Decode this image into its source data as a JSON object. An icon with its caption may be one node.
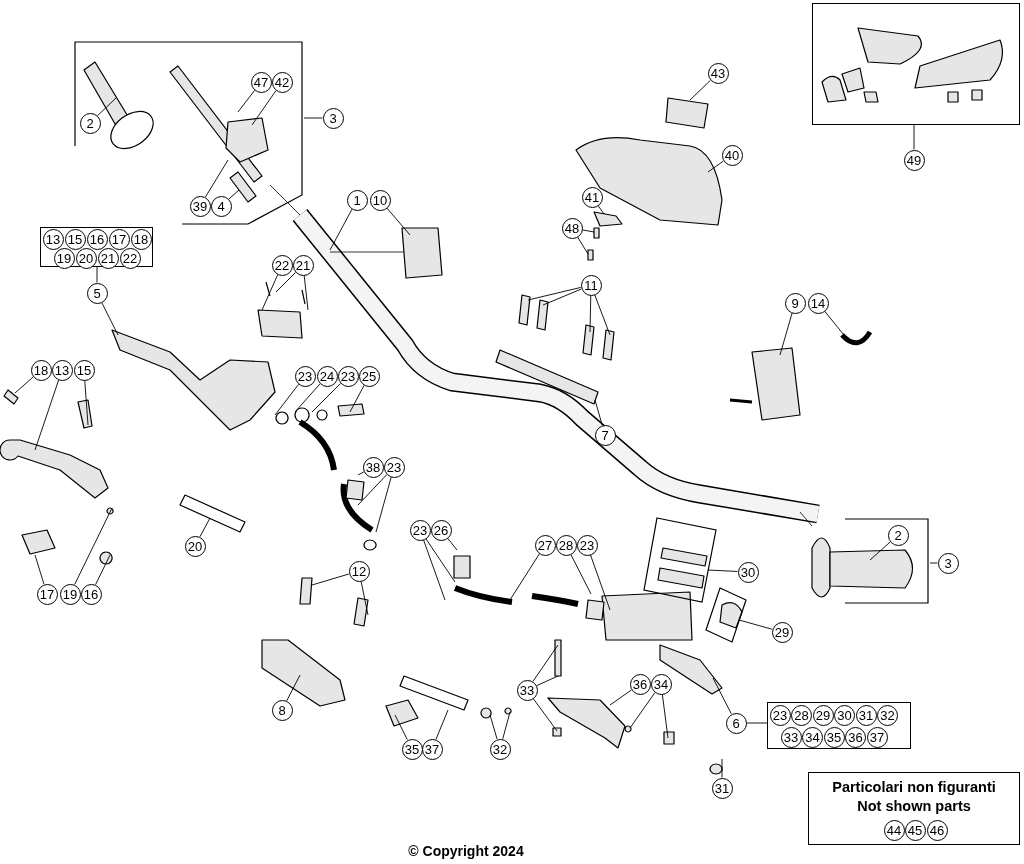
{
  "diagram": {
    "nodes": [
      {
        "text": [],
        "shape": "box"
      },
      {
        "text": [
          "2"
        ],
        "in": 0
      },
      {
        "text": [
          "47"
        ],
        "in": 0
      },
      {
        "text": [
          "42"
        ],
        "in": 0
      },
      {
        "text": [
          "39"
        ],
        "in": 0
      },
      {
        "text": [
          "4"
        ],
        "in": 0
      },
      {
        "text": [
          "3"
        ]
      },
      {
        "text": [],
        "shape": "box"
      },
      {
        "text": [
          "43"
        ]
      },
      {
        "text": [
          "40"
        ]
      },
      {
        "text": [
          "49"
        ]
      },
      {
        "text": [
          "41"
        ]
      },
      {
        "text": [
          "1"
        ]
      },
      {
        "text": [
          "10"
        ]
      },
      {
        "text": [
          "48"
        ]
      },
      {
        "text": [],
        "shape": "box"
      },
      {
        "text": [
          "13"
        ],
        "in": 15
      },
      {
        "text": [
          "15"
        ],
        "in": 15
      },
      {
        "text": [
          "16"
        ],
        "in": 15
      },
      {
        "text": [
          "17"
        ],
        "in": 15
      },
      {
        "text": [
          "18"
        ],
        "in": 15
      },
      {
        "text": [
          "19"
        ],
        "in": 15
      },
      {
        "text": [
          "20"
        ],
        "in": 15
      },
      {
        "text": [
          "21"
        ],
        "in": 15
      },
      {
        "text": [
          "22"
        ],
        "in": 15
      },
      {
        "text": [
          "22"
        ]
      },
      {
        "text": [
          "21"
        ]
      },
      {
        "text": [
          "11"
        ]
      },
      {
        "text": [
          "5"
        ]
      },
      {
        "text": [
          "9"
        ]
      },
      {
        "text": [
          "14"
        ]
      },
      {
        "text": [
          "18"
        ]
      },
      {
        "text": [
          "13"
        ]
      },
      {
        "text": [
          "15"
        ]
      },
      {
        "text": [
          "23"
        ]
      },
      {
        "text": [
          "24"
        ]
      },
      {
        "text": [
          "23"
        ]
      },
      {
        "text": [
          "25"
        ]
      },
      {
        "text": [
          "7"
        ]
      },
      {
        "text": [
          "38"
        ]
      },
      {
        "text": [
          "23"
        ]
      },
      {
        "text": [],
        "shape": "box"
      },
      {
        "text": [
          "2"
        ],
        "in": 41
      },
      {
        "text": [
          "3"
        ]
      },
      {
        "text": [
          "23"
        ]
      },
      {
        "text": [
          "26"
        ]
      },
      {
        "text": [],
        "shape": "box"
      },
      {
        "text": [
          "27"
        ]
      },
      {
        "text": [
          "28"
        ]
      },
      {
        "text": [
          "23"
        ]
      },
      {
        "text": [
          "20"
        ]
      },
      {
        "text": [
          "30"
        ]
      },
      {
        "text": [
          "12"
        ]
      },
      {
        "text": [
          "17"
        ]
      },
      {
        "text": [
          "19"
        ]
      },
      {
        "text": [
          "16"
        ]
      },
      {
        "text": [],
        "shape": "box"
      },
      {
        "text": [
          "29"
        ]
      },
      {
        "text": [
          "36"
        ]
      },
      {
        "text": [
          "34"
        ]
      },
      {
        "text": [
          "33"
        ]
      },
      {
        "text": [
          "8"
        ]
      },
      {
        "text": [],
        "shape": "box"
      },
      {
        "text": [
          "23"
        ],
        "in": 62
      },
      {
        "text": [
          "28"
        ],
        "in": 62
      },
      {
        "text": [
          "29"
        ],
        "in": 62
      },
      {
        "text": [
          "30"
        ],
        "in": 62
      },
      {
        "text": [
          "31"
        ],
        "in": 62
      },
      {
        "text": [
          "32"
        ],
        "in": 62
      },
      {
        "text": [
          "33"
        ],
        "in": 62
      },
      {
        "text": [
          "34"
        ],
        "in": 62
      },
      {
        "text": [
          "35"
        ],
        "in": 62
      },
      {
        "text": [
          "36"
        ],
        "in": 62
      },
      {
        "text": [
          "37"
        ],
        "in": 62
      },
      {
        "text": [
          "6"
        ]
      },
      {
        "text": [
          "35"
        ]
      },
      {
        "text": [
          "37"
        ]
      },
      {
        "text": [
          "32"
        ]
      },
      {
        "text": [
          "31"
        ]
      },
      {
        "text": [
          "Particolari non figuranti",
          "Not shown parts"
        ]
      },
      {
        "text": [
          "44"
        ],
        "in": 79
      },
      {
        "text": [
          "45"
        ],
        "in": 79
      },
      {
        "text": [
          "46"
        ],
        "in": 79
      }
    ],
    "edges": [
      {
        "from": 1,
        "to": null,
        "arrow": "none"
      },
      {
        "from": 2,
        "to": null,
        "arrow": "none"
      },
      {
        "from": 3,
        "to": null,
        "arrow": "none"
      },
      {
        "from": 4,
        "to": null,
        "arrow": "none"
      },
      {
        "from": 5,
        "to": null,
        "arrow": "none"
      },
      {
        "from": 6,
        "to": 0,
        "arrow": "none"
      },
      {
        "from": 8,
        "to": null,
        "arrow": "none"
      },
      {
        "from": 9,
        "to": null,
        "arrow": "none"
      },
      {
        "from": 10,
        "to": 7,
        "arrow": "none"
      },
      {
        "from": 11,
        "to": null,
        "arrow": "none"
      },
      {
        "from": 12,
        "to": null,
        "arrow": "none"
      },
      {
        "from": 13,
        "to": null,
        "arrow": "none"
      },
      {
        "from": 14,
        "to": null,
        "arrow": "none"
      },
      {
        "from": 14,
        "to": null,
        "arrow": "none"
      },
      {
        "from": 28,
        "to": 15,
        "arrow": "none"
      },
      {
        "from": 28,
        "to": null,
        "arrow": "none"
      },
      {
        "from": 25,
        "to": null,
        "arrow": "none"
      },
      {
        "from": 26,
        "to": null,
        "arrow": "none"
      },
      {
        "from": 26,
        "to": null,
        "arrow": "none"
      },
      {
        "from": 27,
        "to": null,
        "arrow": "none"
      },
      {
        "from": 27,
        "to": null,
        "arrow": "none"
      },
      {
        "from": 27,
        "to": null,
        "arrow": "none"
      },
      {
        "from": 27,
        "to": null,
        "arrow": "none"
      },
      {
        "from": 29,
        "to": null,
        "arrow": "none"
      },
      {
        "from": 30,
        "to": null,
        "arrow": "none"
      },
      {
        "from": 31,
        "to": null,
        "arrow": "none"
      },
      {
        "from": 32,
        "to": null,
        "arrow": "none"
      },
      {
        "from": 33,
        "to": null,
        "arrow": "none"
      },
      {
        "from": 34,
        "to": null,
        "arrow": "none"
      },
      {
        "from": 35,
        "to": null,
        "arrow": "none"
      },
      {
        "from": 36,
        "to": null,
        "arrow": "none"
      },
      {
        "from": 37,
        "to": null,
        "arrow": "none"
      },
      {
        "from": 38,
        "to": null,
        "arrow": "none"
      },
      {
        "from": 39,
        "to": null,
        "arrow": "none"
      },
      {
        "from": 40,
        "to": null,
        "arrow": "none"
      },
      {
        "from": 40,
        "to": null,
        "arrow": "none"
      },
      {
        "from": 42,
        "to": null,
        "arrow": "none"
      },
      {
        "from": 43,
        "to": 41,
        "arrow": "none"
      },
      {
        "from": 44,
        "to": null,
        "arrow": "none"
      },
      {
        "from": 44,
        "to": null,
        "arrow": "none"
      },
      {
        "from": 45,
        "to": null,
        "arrow": "none"
      },
      {
        "from": 47,
        "to": null,
        "arrow": "none"
      },
      {
        "from": 48,
        "to": null,
        "arrow": "none"
      },
      {
        "from": 49,
        "to": null,
        "arrow": "none"
      },
      {
        "from": 50,
        "to": null,
        "arrow": "none"
      },
      {
        "from": 51,
        "to": 46,
        "arrow": "none"
      },
      {
        "from": 52,
        "to": null,
        "arrow": "none"
      },
      {
        "from": 52,
        "to": null,
        "arrow": "none"
      },
      {
        "from": 53,
        "to": null,
        "arrow": "none"
      },
      {
        "from": 54,
        "to": null,
        "arrow": "none"
      },
      {
        "from": 55,
        "to": null,
        "arrow": "none"
      },
      {
        "from": 57,
        "to": 56,
        "arrow": "none"
      },
      {
        "from": 58,
        "to": null,
        "arrow": "none"
      },
      {
        "from": 59,
        "to": null,
        "arrow": "none"
      },
      {
        "from": 59,
        "to": null,
        "arrow": "none"
      },
      {
        "from": 60,
        "to": null,
        "arrow": "none"
      },
      {
        "from": 60,
        "to": null,
        "arrow": "none"
      },
      {
        "from": 60,
        "to": null,
        "arrow": "none"
      },
      {
        "from": 61,
        "to": null,
        "arrow": "none"
      },
      {
        "from": 74,
        "to": null,
        "arrow": "none"
      },
      {
        "from": 74,
        "to": 62,
        "arrow": "none"
      },
      {
        "from": 75,
        "to": null,
        "arrow": "none"
      },
      {
        "from": 76,
        "to": null,
        "arrow": "none"
      },
      {
        "from": 77,
        "to": null,
        "arrow": "none"
      },
      {
        "from": 77,
        "to": null,
        "arrow": "none"
      },
      {
        "from": 78,
        "to": null,
        "arrow": "none"
      }
    ],
    "labels": [
      "© Copyright 2024"
    ]
  }
}
